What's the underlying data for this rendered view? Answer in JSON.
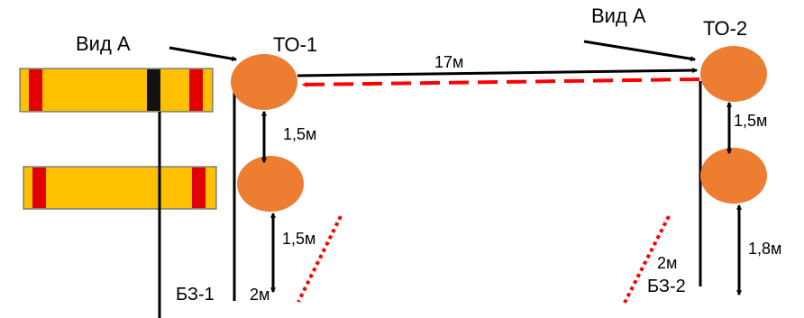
{
  "labels": {
    "view_a_left": "Вид А",
    "view_a_right": "Вид А",
    "to1": "ТО-1",
    "to2": "ТО-2",
    "bz1": "БЗ-1",
    "bz2": "БЗ-2"
  },
  "distances": {
    "span": "17м",
    "to1_gap": "1,5м",
    "to1_lower": "1,5м",
    "to1_zone": "2м",
    "to2_gap": "1,5м",
    "to2_lower": "1,8м",
    "to2_zone": "2м"
  },
  "colors": {
    "circle": "#ED7D31",
    "bar": "#FFC000",
    "bar_stripe": "#E00000",
    "arrow": "#000000",
    "return_arrow": "#FF0000",
    "boundary_dots": "#FF0000"
  }
}
